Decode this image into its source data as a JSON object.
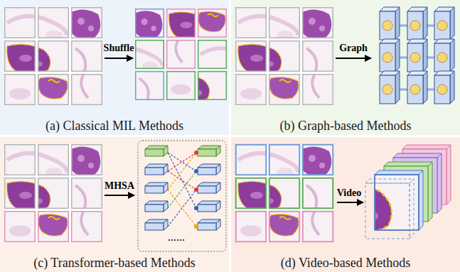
{
  "diagram": {
    "nodes": [
      {
        "text": [
          "(a) Classical MIL Methods"
        ]
      },
      {
        "text": [
          "(b) Graph-based Methods"
        ]
      },
      {
        "text": [
          "(c) Transformer-based Methods"
        ]
      },
      {
        "text": [
          "(d) Video-based Methods"
        ]
      }
    ],
    "labels": [
      "Shuffle",
      "Graph",
      "MHSA",
      "Video",
      "......"
    ]
  }
}
